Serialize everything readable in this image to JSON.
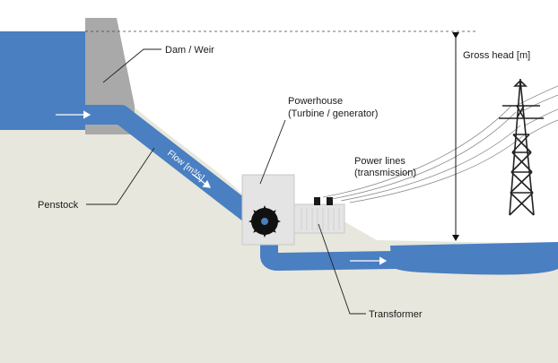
{
  "labels": {
    "dam": "Dam / Weir",
    "powerhouse_line1": "Powerhouse",
    "powerhouse_line2": "(Turbine / generator)",
    "power_lines_line1": "Power lines",
    "power_lines_line2": "(transmission)",
    "gross_head": "Gross head [m]",
    "penstock": "Penstock",
    "flow": "Flow [m³/s]",
    "transformer": "Transformer"
  },
  "colors": {
    "water": "#4a7fc1",
    "ground": "#e8e7dd",
    "dam": "#a9a9a9",
    "building": "#e4e4e4",
    "tower": "#222222",
    "arrow": "#ffffff"
  },
  "icons": {
    "turbine": "turbine-wheel-icon",
    "tower": "transmission-tower-icon"
  }
}
